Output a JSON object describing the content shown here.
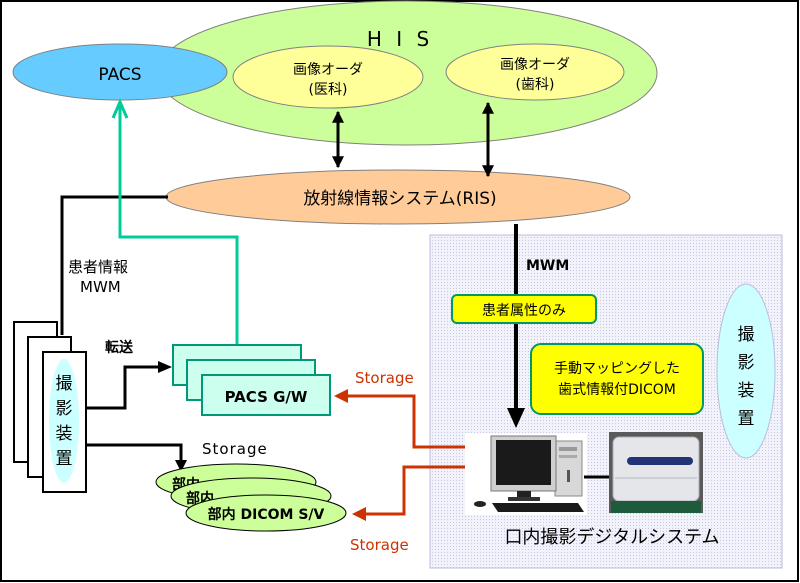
{
  "his": {
    "label": "H I S"
  },
  "pacs": {
    "label": "PACS"
  },
  "order_medical": {
    "line1": "画像オーダ",
    "line2": "(医科)"
  },
  "order_dental": {
    "line1": "画像オーダ",
    "line2": "(歯科)"
  },
  "ris": {
    "label": "放射線情報システム(RIS)"
  },
  "patient_mwm": {
    "line1": "患者情報",
    "line2": "MWM"
  },
  "transfer": {
    "label": "転送"
  },
  "modality": {
    "chars": [
      "撮",
      "影",
      "装",
      "置"
    ]
  },
  "pacs_gw": {
    "label": "PACS G/W"
  },
  "storage_to_dicom": {
    "label": "Storage"
  },
  "storage_gw": {
    "label": "Storage"
  },
  "storage_sv": {
    "label": "Storage"
  },
  "dicom_sv": {
    "label": "部内 DICOM S/V",
    "stack_label": "部内"
  },
  "mwm": {
    "label": "MWM"
  },
  "patient_attr": {
    "label": "患者属性のみ"
  },
  "manual_mapping": {
    "line1": "手動マッピングした",
    "line2": "歯式情報付DICOM"
  },
  "intraoral_modality": {
    "chars": [
      "撮",
      "影",
      "装",
      "置"
    ]
  },
  "intraoral_system": {
    "label": "口内撮影デジタルシステム"
  },
  "colors": {
    "his_fill": "#CCFF99",
    "pacs_fill": "#66CCFF",
    "order_fill": "#FFFF99",
    "ris_fill": "#FFCC99",
    "gw_fill": "#CCFFEE",
    "gw_stroke": "#009977",
    "teal_arrow": "#00CC99",
    "storage_red": "#CC3300",
    "callout_fill": "#FFFF00",
    "callout_stroke": "#009966",
    "modality_ellipse": "#CCFFFF",
    "panel_fill": "#EEEEF8",
    "panel_stroke": "#BBBBDD"
  }
}
